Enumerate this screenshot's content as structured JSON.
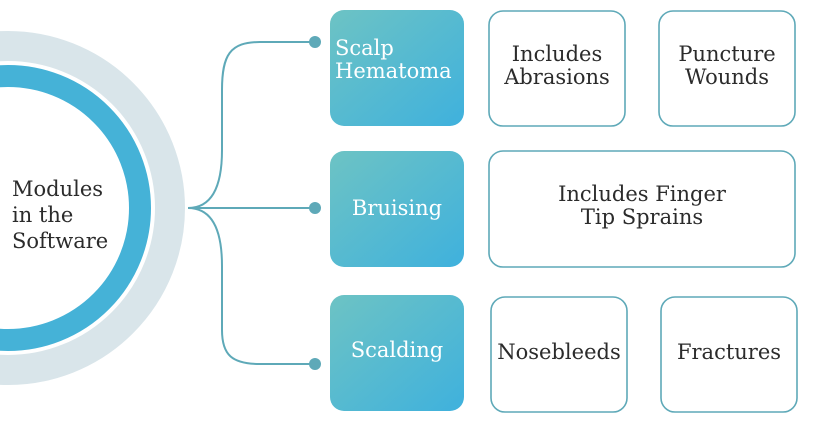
{
  "colors": {
    "ring_outer": "#d9e5ea",
    "ring_inner": "#45b2d7",
    "connector": "#5ea9b8",
    "node_gradient_start": "#6dc3c4",
    "node_gradient_end": "#3fb1dd",
    "detail_border": "#5ea9b8"
  },
  "hub": {
    "label": "Modules\nin the\nSoftware"
  },
  "branches": [
    {
      "module": "Scalp\nHematoma",
      "details": [
        "Includes\nAbrasions",
        "Puncture\nWounds"
      ]
    },
    {
      "module": "Bruising",
      "details": [
        "Includes Finger\nTip Sprains"
      ]
    },
    {
      "module": "Scalding",
      "details": [
        "Nosebleeds",
        "Fractures"
      ]
    }
  ]
}
